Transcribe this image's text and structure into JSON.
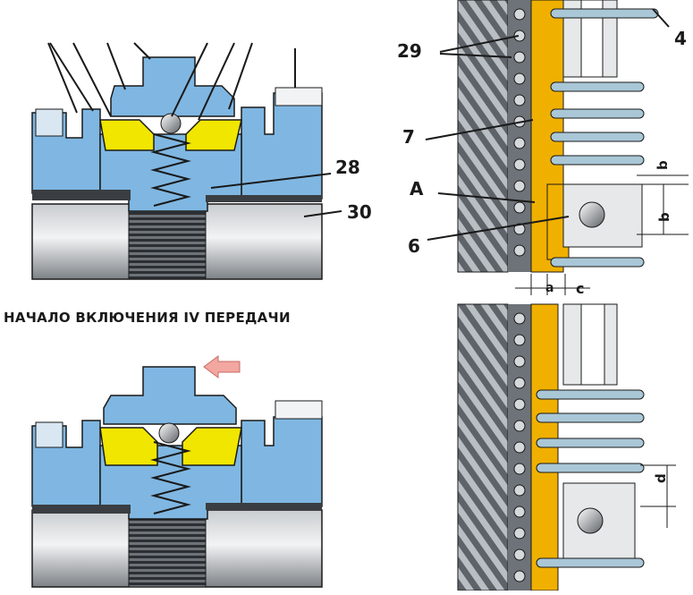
{
  "caption": "НАЧАЛО ВКЛЮЧЕНИЯ IV ПЕРЕДАЧИ",
  "labels": {
    "l28": "28",
    "l30": "30",
    "l29": "29",
    "l4": "4",
    "l7": "7",
    "lA": "A",
    "l6": "6",
    "dim_b1": "b",
    "dim_b2": "b",
    "dim_a": "a",
    "dim_c": "c",
    "dim_d": "d"
  },
  "colors": {
    "body_blue": "#7fb7e2",
    "ring_yellow": "#f1e600",
    "slider_orange": "#f0b000",
    "gear_gray": "#8a8f94",
    "outline": "#1a1a1a",
    "arrow_pink": "#f2a7a0"
  },
  "icons": {
    "shift_arrow": "arrow-left-icon"
  }
}
